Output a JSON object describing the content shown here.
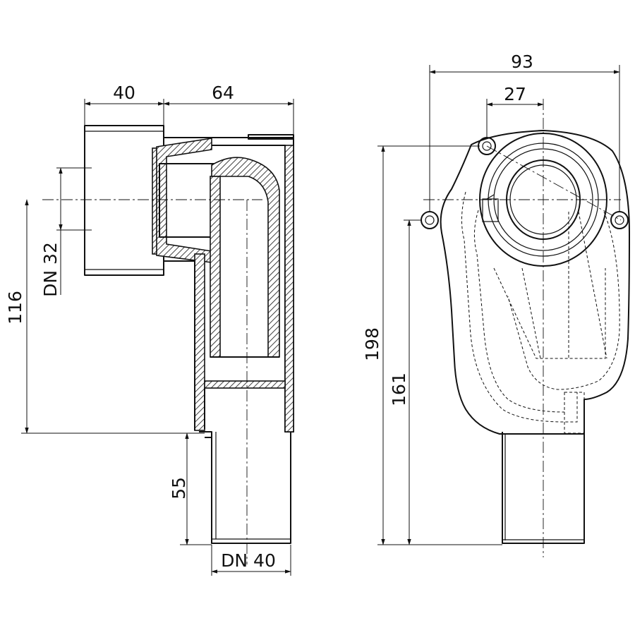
{
  "side_view": {
    "dim_inlet_depth": "40",
    "dim_body_depth": "64",
    "dim_inlet_size": "DN 32",
    "dim_inlet_height": "116",
    "dim_outlet_length": "55",
    "dim_outlet_size": "DN 40"
  },
  "front_view": {
    "dim_overall_width": "93",
    "dim_inlet_offset": "27",
    "dim_overall_height": "198",
    "dim_mount_height": "161"
  }
}
